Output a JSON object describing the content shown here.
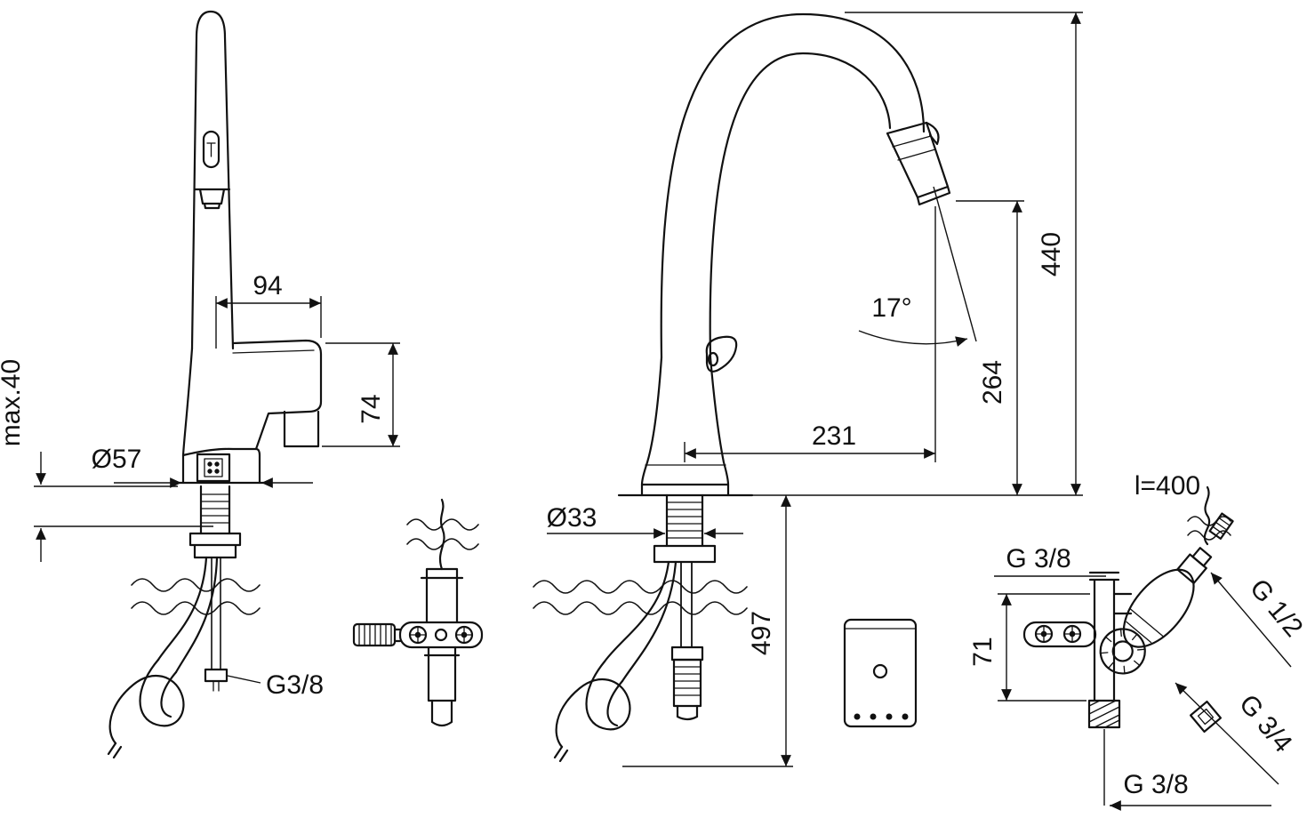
{
  "drawing_title": "faucet-technical-dimension-drawing",
  "labels": {
    "left": {
      "w94": "94",
      "max40": "max.40",
      "d57": "Ø57",
      "h74": "74",
      "g38": "G3/8"
    },
    "mid": {
      "h440": "440",
      "h264": "264",
      "a17": "17°",
      "w231": "231",
      "d33": "Ø33",
      "h497": "497"
    },
    "valve": {
      "l400": "l=400",
      "g38top": "G 3/8",
      "g12": "G 1/2",
      "h71": "71",
      "g34": "G 3/4",
      "g38bottom": "G 3/8"
    }
  }
}
